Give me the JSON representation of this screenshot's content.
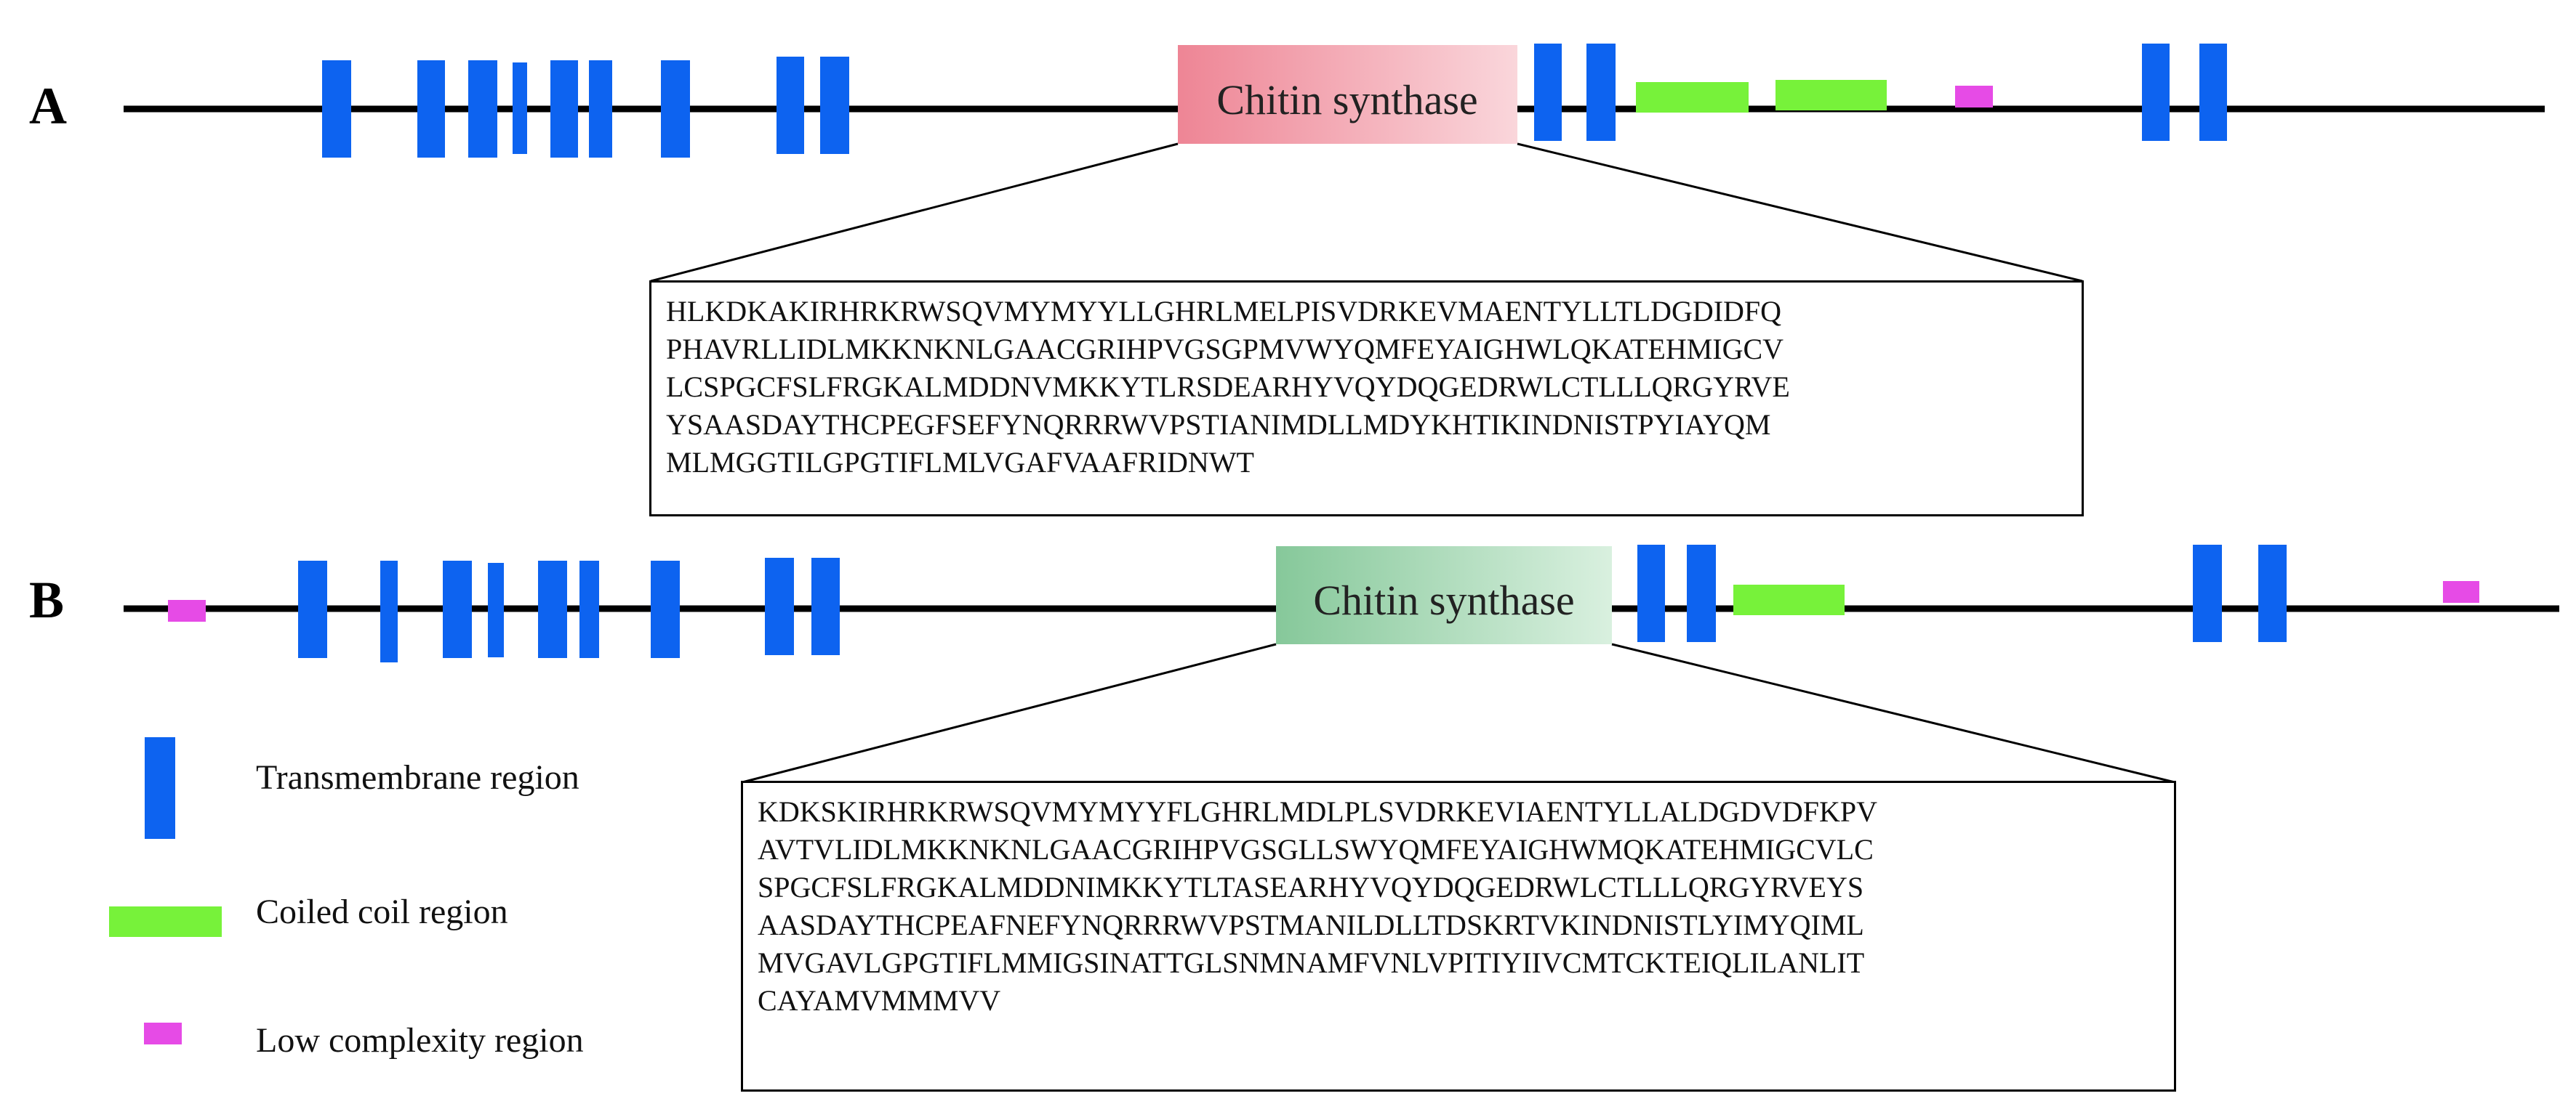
{
  "panels": [
    {
      "letter": "A",
      "domain_label": "Chitin synthase",
      "sequence_lines": [
        "HLKDKAKIRHRKRWSQVMYMYYLLGHRLMELPISVDRKEVMAENTYLLTLDGDIDFQ",
        "PHAVRLLIDLMKKNKNLGAACGRIHPVGSGPMVWYQMFEYAIGHWLQKATEHMIGCV",
        "LCSPGCFSLFRGKALMDDNVMKKYTLRSDEARHYVQYDQGEDRWLCTLLLQRGYRVE",
        "YSAASDAYTHCPEGFSEFYNQRRRWVPSTIANIMDLLMDYKHTIKINDNISTPYIAYQM",
        "MLMGGTILGPGTIFLMLVGAFVAAFRIDNWT"
      ]
    },
    {
      "letter": "B",
      "domain_label": "Chitin synthase",
      "sequence_lines": [
        "KDKSKIRHRKRWSQVMYMYYFLGHRLMDLPLSVDRKEVIAENTYLLALDGDVDFKPV",
        "AVTVLIDLMKKNKNLGAACGRIHPVGSGLLSWYQMFEYAIGHWMQKATEHMIGCVLC",
        "SPGCFSLFRGKALMDDNIMKKYTLTASEARHYVQYDQGEDRWLCTLLLQRGYRVEYS",
        "AASDAYTHCPEAFNEFYNQRRRWVPSTMANILDLLTDSKRTVKINDNISTLYIMYQIML",
        "MVGAVLGPGTIFLMMIGSINATTGLSNMNAMFVNLVPITIYIIVCMTCKTEIQLILANLIT",
        "CAYAMVMMMVV"
      ]
    }
  ],
  "legend": {
    "transmembrane": "Transmembrane region",
    "coiled_coil": "Coiled coil region",
    "low_complexity": "Low complexity region"
  },
  "colors": {
    "transmembrane": "#0d63f0",
    "coiled_coil": "#77f23a",
    "low_complexity": "#e64be6",
    "domain_a": "#f08f9d",
    "domain_b": "#8ccca0",
    "backbone": "#000000"
  }
}
